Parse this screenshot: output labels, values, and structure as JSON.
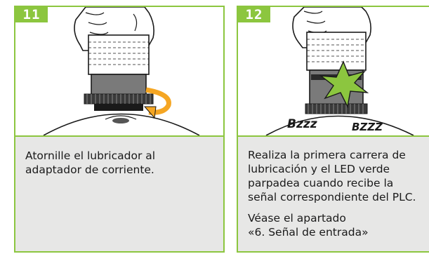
{
  "steps": [
    {
      "number": "11",
      "text": "Atornille el lubricador al\nadaptador de corriente."
    },
    {
      "number": "12",
      "text": "Realiza la primera carrera de\nlubricación y el LED verde\nparpadea cuando recibe la\nseñal correspondiente del PLC.",
      "note": "Véase el apartado\n«6. Señal de entrada»",
      "sound_left": "Bzzz",
      "sound_right": "BZZZ"
    }
  ],
  "colors": {
    "accent": "#8cc63f",
    "panel": "#e7e7e6",
    "star": "#8cc63f"
  }
}
